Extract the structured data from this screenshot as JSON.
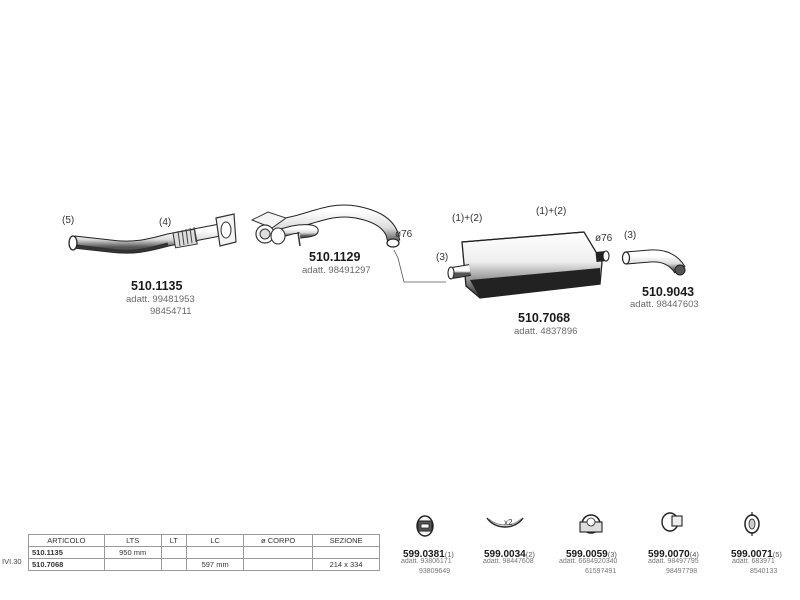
{
  "parts": [
    {
      "number": "510.1135",
      "subs": [
        "adatt. 99481953",
        "98454711"
      ]
    },
    {
      "number": "510.1129",
      "subs": [
        "adatt. 98491297"
      ]
    },
    {
      "number": "510.7068",
      "subs": [
        "adatt. 4837896"
      ]
    },
    {
      "number": "510.9043",
      "subs": [
        "adatt. 98447603"
      ]
    }
  ],
  "callouts": {
    "c5": "(5)",
    "c4": "(4)",
    "c12a": "(1)+(2)",
    "c12b": "(1)+(2)",
    "c3a": "(3)",
    "c3b": "(3)",
    "d76a": "ø76",
    "d76b": "ø76"
  },
  "accessories": [
    {
      "number": "599.0381",
      "ref": "(1)",
      "subs": [
        "adatt. 93806171",
        "93809649"
      ],
      "icon": "rubber-mount-icon"
    },
    {
      "number": "599.0034",
      "ref": "(2)",
      "subs": [
        "adatt. 98447608"
      ],
      "icon": "gasket-ring-icon",
      "qty": "x2"
    },
    {
      "number": "599.0059",
      "ref": "(3)",
      "subs": [
        "adatt. 6684920340",
        "61597491"
      ],
      "icon": "u-clamp-icon"
    },
    {
      "number": "599.0070",
      "ref": "(4)",
      "subs": [
        "adatt. 98497795",
        "98497798"
      ],
      "icon": "band-clamp-icon"
    },
    {
      "number": "599.0071",
      "ref": "(5)",
      "subs": [
        "adatt. 683971",
        "8540133"
      ],
      "icon": "pipe-clamp-icon"
    }
  ],
  "table": {
    "model": "IVI.30",
    "headers": [
      "ARTICOLO",
      "LTS",
      "LT",
      "LC",
      "ø CORPO",
      "SEZIONE"
    ],
    "rows": [
      [
        "510.1135",
        "950 mm",
        "",
        "",
        "",
        ""
      ],
      [
        "510.7068",
        "",
        "",
        "597 mm",
        "",
        "214 x 334"
      ]
    ]
  }
}
